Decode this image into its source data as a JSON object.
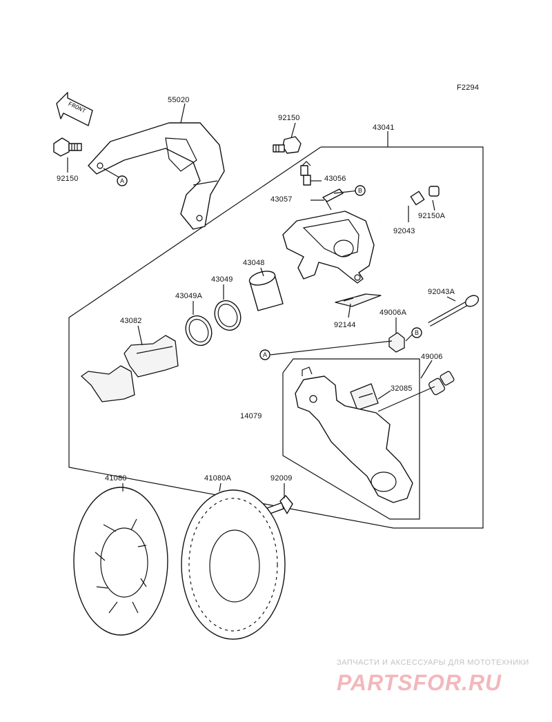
{
  "figure_code": "F2294",
  "front_label": "FRONT",
  "refs": {
    "a": "A",
    "b": "B"
  },
  "parts": {
    "p55020": "55020",
    "p92150_left": "92150",
    "p92150_right": "92150",
    "p43041": "43041",
    "p43056": "43056",
    "p43057": "43057",
    "p92150A": "92150A",
    "p92043": "92043",
    "p43048": "43048",
    "p43049": "43049",
    "p43049A": "43049A",
    "p43082": "43082",
    "p92043A": "92043A",
    "p92144": "92144",
    "p49006A": "49006A",
    "p49006": "49006",
    "p32085": "32085",
    "p14079": "14079",
    "p41080": "41080",
    "p41080A": "41080A",
    "p92009": "92009"
  },
  "watermark": {
    "tagline": "ЗАПЧАСТИ И АКСЕССУАРЫ ДЛЯ МОТОТЕХНИКИ",
    "brand": "PARTSFOR.RU",
    "color": "#f2b8bc"
  }
}
